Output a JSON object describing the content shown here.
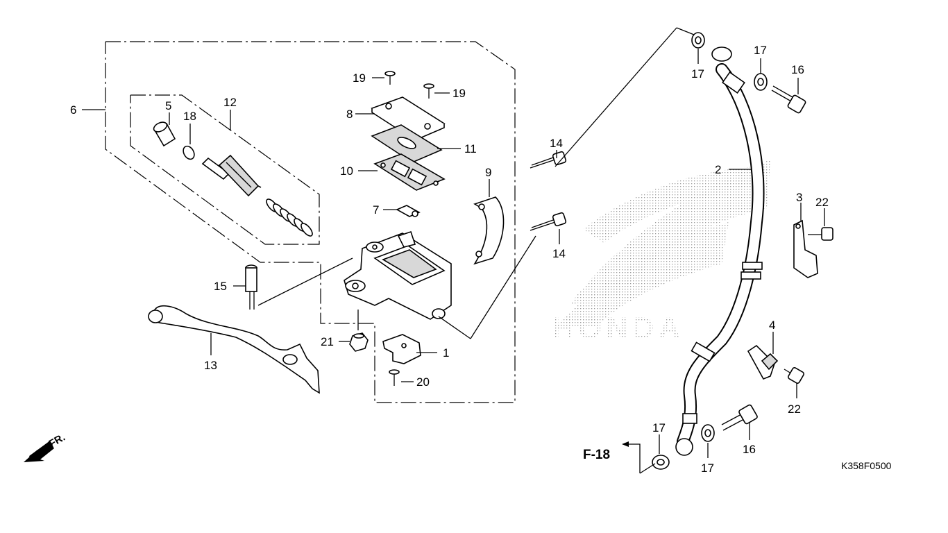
{
  "diagram": {
    "reference_code": "K358F0500",
    "watermark_text": "HONDA",
    "front_indicator": "FR.",
    "cross_reference": "F-18",
    "callouts": {
      "c1": "1",
      "c2": "2",
      "c3": "3",
      "c4": "4",
      "c5": "5",
      "c6": "6",
      "c7": "7",
      "c8": "8",
      "c9": "9",
      "c10": "10",
      "c11": "11",
      "c12": "12",
      "c13": "13",
      "c14a": "14",
      "c14b": "14",
      "c15": "15",
      "c16a": "16",
      "c16b": "16",
      "c17a": "17",
      "c17b": "17",
      "c17c": "17",
      "c17d": "17",
      "c18": "18",
      "c19a": "19",
      "c19b": "19",
      "c20": "20",
      "c21": "21",
      "c22a": "22",
      "c22b": "22"
    }
  }
}
